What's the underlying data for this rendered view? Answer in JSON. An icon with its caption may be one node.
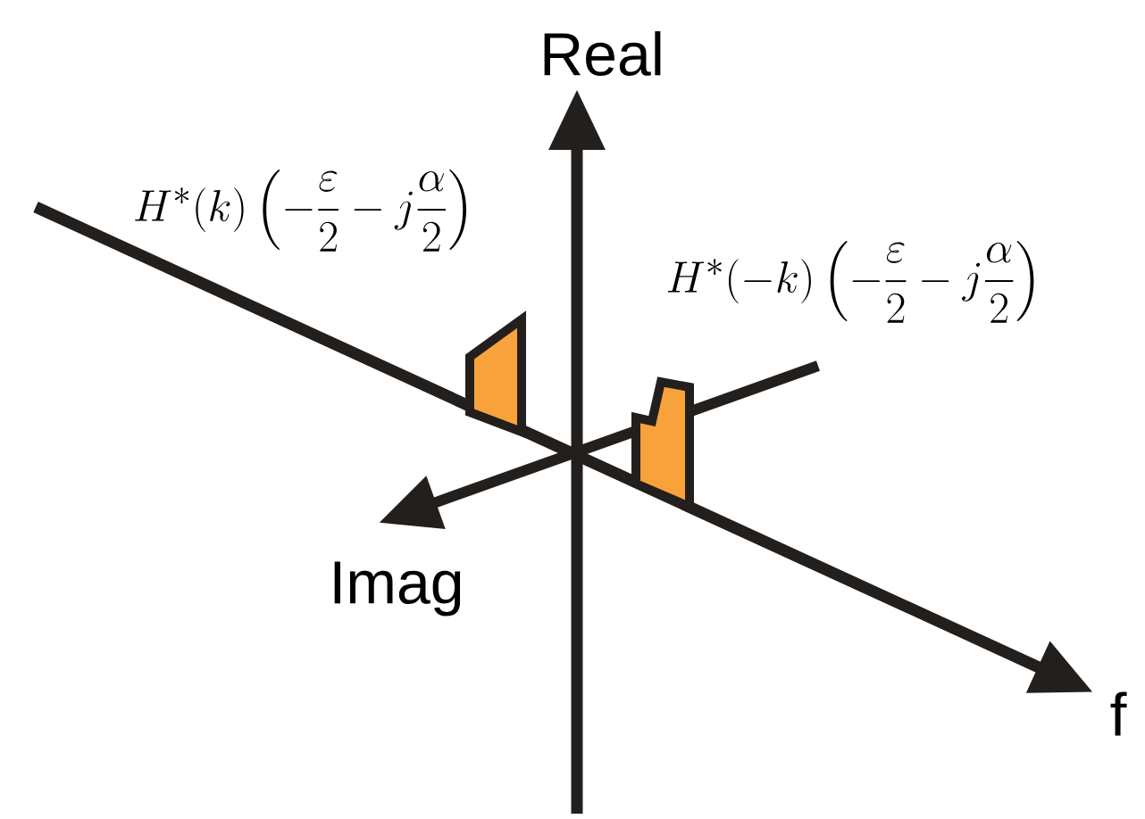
{
  "diagram": {
    "labels": [
      "Real",
      "H^{*}(k)\\left(-\\dfrac{\\varepsilon}{2}-j\\dfrac{\\alpha}{2}\\right)",
      "H^{*}(-k)\\left(-\\dfrac{\\varepsilon}{2}-j\\dfrac{\\alpha}{2}\\right)",
      "Imag",
      "f"
    ]
  }
}
